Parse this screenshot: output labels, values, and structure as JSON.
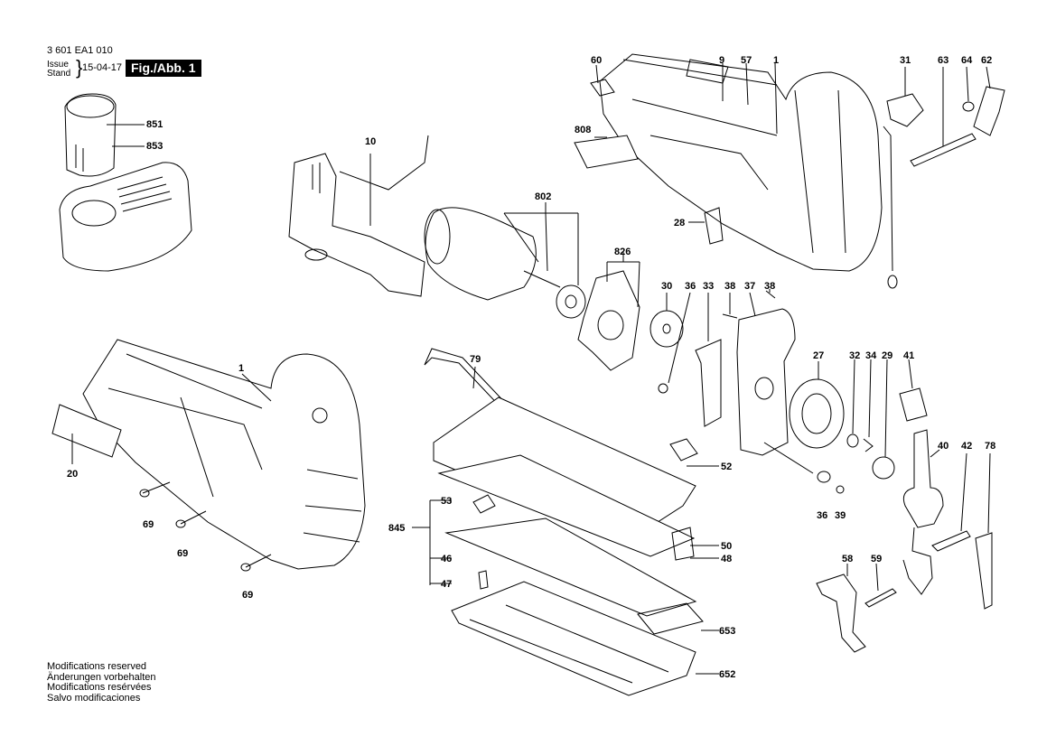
{
  "header": {
    "part_number": "3 601 EA1 010",
    "issue_label": "Issue",
    "stand_label": "Stand",
    "date": "15-04-17",
    "figure": "Fig./Abb. 1"
  },
  "footer_notes": [
    "Modifications reserved",
    "Änderungen vorbehalten",
    "Modifications resérvées",
    "Salvo modificaciones"
  ],
  "part_labels": [
    {
      "id": "851",
      "text": "851"
    },
    {
      "id": "853",
      "text": "853"
    },
    {
      "id": "10",
      "text": "10"
    },
    {
      "id": "802",
      "text": "802"
    },
    {
      "id": "826",
      "text": "826"
    },
    {
      "id": "60",
      "text": "60"
    },
    {
      "id": "9",
      "text": "9"
    },
    {
      "id": "57",
      "text": "57"
    },
    {
      "id": "1top",
      "text": "1"
    },
    {
      "id": "31",
      "text": "31"
    },
    {
      "id": "63",
      "text": "63"
    },
    {
      "id": "64",
      "text": "64"
    },
    {
      "id": "62",
      "text": "62"
    },
    {
      "id": "808",
      "text": "808"
    },
    {
      "id": "28",
      "text": "28"
    },
    {
      "id": "30",
      "text": "30"
    },
    {
      "id": "36a",
      "text": "36"
    },
    {
      "id": "33",
      "text": "33"
    },
    {
      "id": "38a",
      "text": "38"
    },
    {
      "id": "37",
      "text": "37"
    },
    {
      "id": "38b",
      "text": "38"
    },
    {
      "id": "27",
      "text": "27"
    },
    {
      "id": "32",
      "text": "32"
    },
    {
      "id": "34",
      "text": "34"
    },
    {
      "id": "29",
      "text": "29"
    },
    {
      "id": "41",
      "text": "41"
    },
    {
      "id": "40",
      "text": "40"
    },
    {
      "id": "42",
      "text": "42"
    },
    {
      "id": "78",
      "text": "78"
    },
    {
      "id": "1left",
      "text": "1"
    },
    {
      "id": "20",
      "text": "20"
    },
    {
      "id": "69a",
      "text": "69"
    },
    {
      "id": "69b",
      "text": "69"
    },
    {
      "id": "69c",
      "text": "69"
    },
    {
      "id": "79",
      "text": "79"
    },
    {
      "id": "52",
      "text": "52"
    },
    {
      "id": "53",
      "text": "53"
    },
    {
      "id": "845",
      "text": "845"
    },
    {
      "id": "46",
      "text": "46"
    },
    {
      "id": "47",
      "text": "47"
    },
    {
      "id": "50",
      "text": "50"
    },
    {
      "id": "48",
      "text": "48"
    },
    {
      "id": "653",
      "text": "653"
    },
    {
      "id": "652",
      "text": "652"
    },
    {
      "id": "36b",
      "text": "36"
    },
    {
      "id": "39",
      "text": "39"
    },
    {
      "id": "58",
      "text": "58"
    },
    {
      "id": "59",
      "text": "59"
    }
  ]
}
